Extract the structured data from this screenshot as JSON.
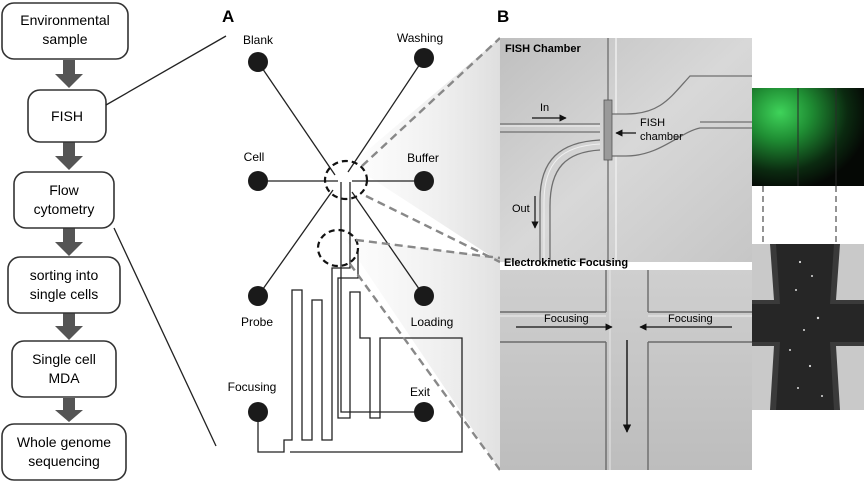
{
  "workflow": {
    "steps": [
      [
        "Environmental",
        "sample"
      ],
      [
        "FISH"
      ],
      [
        "Flow",
        "cytometry"
      ],
      [
        "sorting into",
        "single cells"
      ],
      [
        "Single cell",
        "MDA"
      ],
      [
        "Whole genome",
        "sequencing"
      ]
    ]
  },
  "panel_a": {
    "label": "A",
    "ports": {
      "blank": "Blank",
      "washing": "Washing",
      "cell": "Cell",
      "buffer": "Buffer",
      "probe": "Probe",
      "loading": "Loading",
      "focusing": "Focusing",
      "exit": "Exit"
    }
  },
  "panel_b": {
    "label": "B",
    "fish_chamber": {
      "title": "FISH Chamber",
      "in_label": "In",
      "out_label": "Out",
      "chamber_label": [
        "FISH",
        "chamber"
      ]
    },
    "electrokinetic": {
      "title": "Electrokinetic Focusing",
      "focusing_left": "Focusing",
      "focusing_right": "Focusing"
    }
  },
  "colors": {
    "box_border": "#333333",
    "arrow": "#555555",
    "port": "#1a1a1a",
    "fluorescence": "#2db84a",
    "dashed": "#888888"
  }
}
